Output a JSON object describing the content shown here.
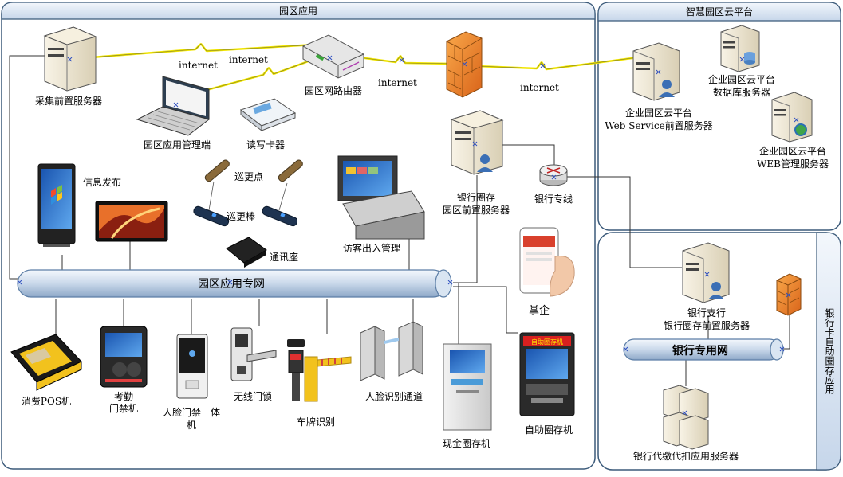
{
  "panels": {
    "park": "园区应用",
    "cloud": "智慧园区云平台",
    "bank": "银行卡自助圈存应用"
  },
  "links": {
    "internet1": "internet",
    "internet2": "internet",
    "internet3": "internet",
    "internet4": "internet"
  },
  "nodes": {
    "collector": "采集前置服务器",
    "router": "园区网路由器",
    "laptop": "园区应用管理端",
    "card_reader": "读写卡器",
    "cloud_db_l1": "企业园区云平台",
    "cloud_db_l2": "数据库服务器",
    "cloud_ws_l1": "企业园区云平台",
    "cloud_ws_l2": "Web Service前置服务器",
    "cloud_web_l1": "企业园区云平台",
    "cloud_web_l2": "WEB管理服务器",
    "info_release": "信息发布",
    "patrol_point": "巡更点",
    "patrol_stick": "巡更棒",
    "comm_seat": "通讯座",
    "visitor": "访客出入管理",
    "bank_front_l1": "银行圈存",
    "bank_front_l2": "园区前置服务器",
    "bank_line": "银行专线",
    "mobile": "掌企",
    "park_net": "园区应用专网",
    "bank_branch_l1": "银行支行",
    "bank_branch_l2": "银行圈存前置服务器",
    "bank_net": "银行专用网",
    "pos": "消费POS机",
    "attend_l1": "考勤",
    "attend_l2": "门禁机",
    "face_door_l1": "人脸门禁一体",
    "face_door_l2": "机",
    "wireless_lock": "无线门锁",
    "plate": "车牌识别",
    "face_channel": "人脸识别通道",
    "cash_kiosk": "现金圈存机",
    "self_kiosk": "自助圈存机",
    "self_kiosk_sign": "自助圈存机",
    "bank_proxy": "银行代缴代扣应用服务器"
  },
  "colors": {
    "panel_border": "#3b5a7a",
    "header_fill": "#dbe7f4",
    "pipe_light": "#eaf1fa",
    "pipe_dark": "#9fb6d3",
    "lightning": "#f2e600",
    "firewall": "#f28b1d",
    "server_body": "#ece4cf"
  }
}
